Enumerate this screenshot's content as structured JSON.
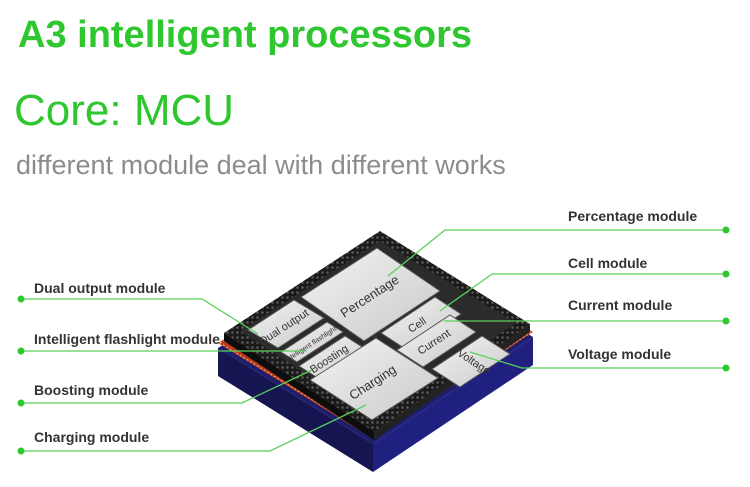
{
  "header": {
    "title": "A3 intelligent processors",
    "core": "Core: MCU",
    "tagline": "different module deal with different works"
  },
  "callouts": {
    "dual_output": "Dual output module",
    "flashlight": "Intelligent flashlight module",
    "boosting": "Boosting module",
    "charging": "Charging module",
    "percentage": "Percentage module",
    "cell": "Cell module",
    "current": "Current module",
    "voltage": "Voltage module"
  },
  "chip": {
    "dual_output": "Dual output",
    "flashlight": "Intelligent flashlight",
    "boosting": "Boosting",
    "charging": "Charging",
    "percentage": "Percentage",
    "cell": "Cell",
    "current": "Current",
    "voltage": "Voltage"
  },
  "colors": {
    "accent": "#2fc72f",
    "line": "#59d159",
    "text": "#333333"
  }
}
